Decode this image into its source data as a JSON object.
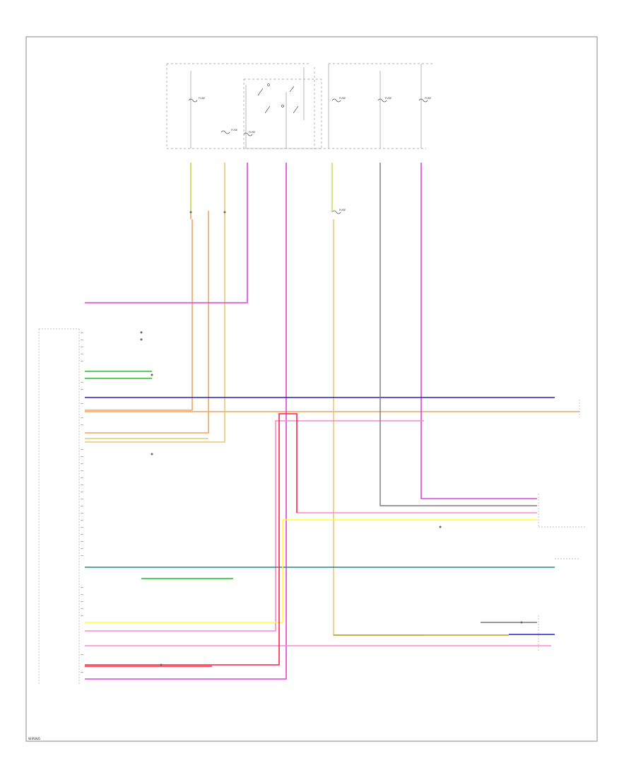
{
  "page": {
    "footer": "WIRING"
  },
  "colors": {
    "orange": "#f4a460",
    "yellow_green": "#c8e060",
    "tan": "#e8c878",
    "violet": "#e040e0",
    "pink": "#ff88cc",
    "blue": "#2222cc",
    "gray": "#7a7a7a",
    "teal": "#208a90",
    "yellow": "#ffff33",
    "green": "#20c020",
    "red": "#ff2244",
    "dark_yellow": "#b8a020",
    "frame": "#888888",
    "dashed": "#999999"
  },
  "fuse_labels": [
    "FUSE",
    "FUSE",
    "FUSE",
    "FUSE",
    "FUSE",
    "FUSE",
    "FUSE"
  ]
}
